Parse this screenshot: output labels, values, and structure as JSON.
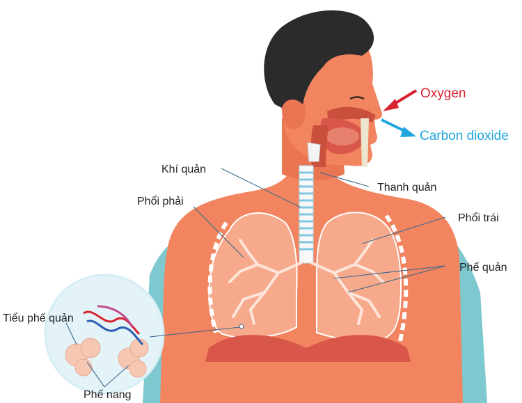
{
  "labels": {
    "oxygen": "Oxygen",
    "carbon_dioxide": "Carbon dioxide",
    "khi_quan": "Khí quản",
    "thanh_quan": "Thanh quản",
    "phoi_phai": "Phổi phải",
    "phoi_trai": "Phổi trái",
    "phe_quan": "Phế quản",
    "tieu_phe_quan": "Tiểu phế quản",
    "phe_nang": "Phế nang"
  },
  "colors": {
    "oxygen": "#d7232f",
    "carbon_dioxide": "#1fa6dc",
    "skin": "#f2845f",
    "hair": "#2b2b2b",
    "shirt": "#7ec9cf",
    "lung": "#f7a98c",
    "inset_bg": "#e3f3f8"
  }
}
